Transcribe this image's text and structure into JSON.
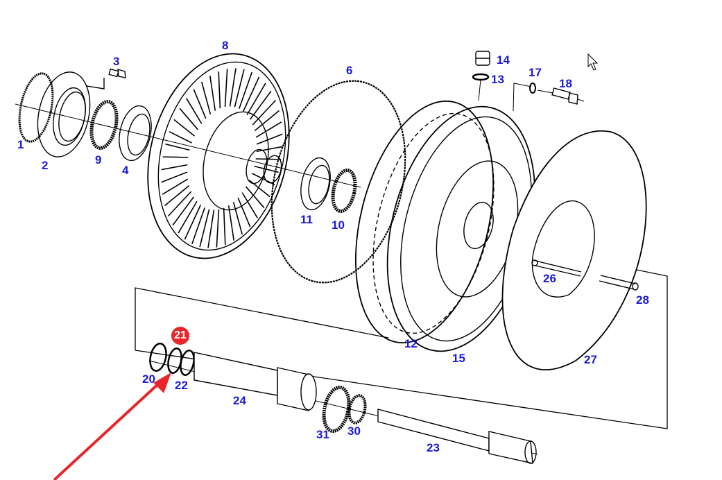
{
  "diagram": {
    "title": "",
    "type": "exploded parts diagram",
    "line_color": "#000000",
    "label_color": "#1a1ad8",
    "highlight_color": "#e8262a",
    "parts": [
      {
        "id": "1",
        "label": "1"
      },
      {
        "id": "2",
        "label": "2"
      },
      {
        "id": "3",
        "label": "3"
      },
      {
        "id": "4",
        "label": "4"
      },
      {
        "id": "6",
        "label": "6"
      },
      {
        "id": "8",
        "label": "8"
      },
      {
        "id": "9",
        "label": "9"
      },
      {
        "id": "10",
        "label": "10"
      },
      {
        "id": "11",
        "label": "11"
      },
      {
        "id": "12",
        "label": "12"
      },
      {
        "id": "13",
        "label": "13"
      },
      {
        "id": "14",
        "label": "14"
      },
      {
        "id": "15",
        "label": "15"
      },
      {
        "id": "17",
        "label": "17"
      },
      {
        "id": "18",
        "label": "18"
      },
      {
        "id": "20",
        "label": "20"
      },
      {
        "id": "22",
        "label": "22"
      },
      {
        "id": "23",
        "label": "23"
      },
      {
        "id": "24",
        "label": "24"
      },
      {
        "id": "26",
        "label": "26"
      },
      {
        "id": "27",
        "label": "27"
      },
      {
        "id": "28",
        "label": "28"
      },
      {
        "id": "30",
        "label": "30"
      },
      {
        "id": "31",
        "label": "31"
      }
    ],
    "highlighted_part": {
      "label": "21"
    },
    "arrow": {
      "target": "21",
      "color": "#e8262a"
    },
    "cursor": "arrow-pointer-icon"
  }
}
